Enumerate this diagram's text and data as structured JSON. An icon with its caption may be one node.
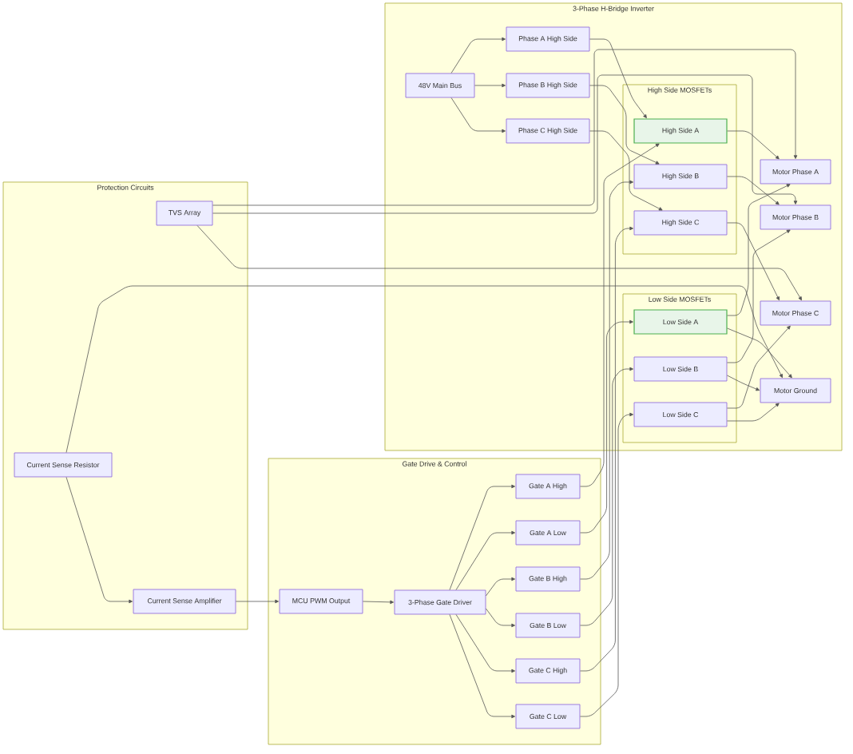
{
  "diagram": {
    "nodes": [
      {
        "text": [
          "3-Phase H-Bridge Inverter"
        ]
      },
      {
        "text": [
          "48V Main Bus"
        ],
        "in": 0
      },
      {
        "text": [
          "Phase A High Side"
        ],
        "in": 0
      },
      {
        "text": [
          "Phase B High Side"
        ],
        "in": 0
      },
      {
        "text": [
          "Phase C High Side"
        ],
        "in": 0
      },
      {
        "text": [
          "High Side MOSFETs"
        ],
        "in": 0
      },
      {
        "text": [
          "High Side A"
        ],
        "in": 5
      },
      {
        "text": [
          "High Side B"
        ],
        "in": 5
      },
      {
        "text": [
          "High Side C"
        ],
        "in": 5
      },
      {
        "text": [
          "Motor Phase A"
        ],
        "in": 0
      },
      {
        "text": [
          "Motor Phase B"
        ],
        "in": 0
      },
      {
        "text": [
          "Low Side MOSFETs"
        ],
        "in": 0
      },
      {
        "text": [
          "Low Side A"
        ],
        "in": 11
      },
      {
        "text": [
          "Low Side B"
        ],
        "in": 11
      },
      {
        "text": [
          "Low Side C"
        ],
        "in": 11
      },
      {
        "text": [
          "Motor Phase C"
        ],
        "in": 0
      },
      {
        "text": [
          "Motor Ground"
        ],
        "in": 0
      },
      {
        "text": [
          "Protection Circuits"
        ]
      },
      {
        "text": [
          "TVS Array"
        ],
        "in": 17
      },
      {
        "text": [
          "Current Sense Resistor"
        ],
        "in": 17
      },
      {
        "text": [
          "Current Sense Amplifier"
        ],
        "in": 17
      },
      {
        "text": [
          "Gate Drive & Control"
        ]
      },
      {
        "text": [
          "MCU PWM Output"
        ],
        "in": 21
      },
      {
        "text": [
          "3-Phase Gate Driver"
        ],
        "in": 21
      },
      {
        "text": [
          "Gate A High"
        ],
        "in": 21
      },
      {
        "text": [
          "Gate A Low"
        ],
        "in": 21
      },
      {
        "text": [
          "Gate B High"
        ],
        "in": 21
      },
      {
        "text": [
          "Gate B Low"
        ],
        "in": 21
      },
      {
        "text": [
          "Gate C High"
        ],
        "in": 21
      },
      {
        "text": [
          "Gate C Low"
        ],
        "in": 21
      }
    ],
    "edges": [
      {
        "from": 1,
        "to": 2,
        "arrow": "to"
      },
      {
        "from": 1,
        "to": 3,
        "arrow": "to"
      },
      {
        "from": 1,
        "to": 4,
        "arrow": "to"
      },
      {
        "from": 2,
        "to": 6,
        "arrow": "to"
      },
      {
        "from": 3,
        "to": 7,
        "arrow": "to"
      },
      {
        "from": 4,
        "to": 8,
        "arrow": "to"
      },
      {
        "from": 6,
        "to": 9,
        "arrow": "to"
      },
      {
        "from": 7,
        "to": 10,
        "arrow": "to"
      },
      {
        "from": 8,
        "to": 15,
        "arrow": "to"
      },
      {
        "from": 12,
        "to": 9,
        "arrow": "to"
      },
      {
        "from": 12,
        "to": 16,
        "arrow": "to"
      },
      {
        "from": 13,
        "to": 10,
        "arrow": "to"
      },
      {
        "from": 13,
        "to": 16,
        "arrow": "to"
      },
      {
        "from": 14,
        "to": 15,
        "arrow": "to"
      },
      {
        "from": 14,
        "to": 16,
        "arrow": "to"
      },
      {
        "from": 18,
        "to": 9,
        "arrow": "to"
      },
      {
        "from": 18,
        "to": 10,
        "arrow": "to"
      },
      {
        "from": 18,
        "to": 15,
        "arrow": "to"
      },
      {
        "from": 19,
        "to": 16,
        "arrow": "to"
      },
      {
        "from": 19,
        "to": 20,
        "arrow": "to"
      },
      {
        "from": 20,
        "to": 22,
        "arrow": "to"
      },
      {
        "from": 22,
        "to": 23,
        "arrow": "to"
      },
      {
        "from": 23,
        "to": 24,
        "arrow": "to"
      },
      {
        "from": 23,
        "to": 25,
        "arrow": "to"
      },
      {
        "from": 23,
        "to": 26,
        "arrow": "to"
      },
      {
        "from": 23,
        "to": 27,
        "arrow": "to"
      },
      {
        "from": 23,
        "to": 28,
        "arrow": "to"
      },
      {
        "from": 23,
        "to": 29,
        "arrow": "to"
      },
      {
        "from": 24,
        "to": 6,
        "arrow": "to"
      },
      {
        "from": 25,
        "to": 12,
        "arrow": "to"
      },
      {
        "from": 26,
        "to": 7,
        "arrow": "to"
      },
      {
        "from": 27,
        "to": 13,
        "arrow": "to"
      },
      {
        "from": 28,
        "to": 8,
        "arrow": "to"
      },
      {
        "from": 29,
        "to": 14,
        "arrow": "to"
      }
    ]
  }
}
